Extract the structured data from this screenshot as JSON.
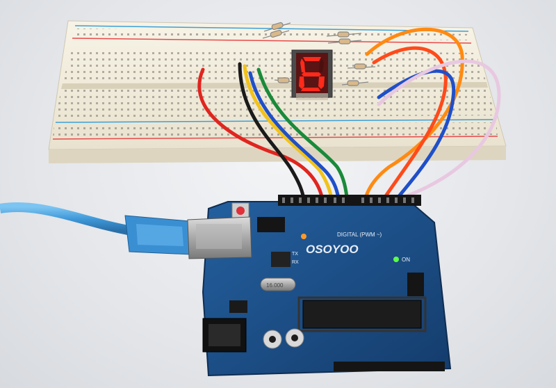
{
  "scene": {
    "subject": "Arduino-compatible board wired to a breadboard with a single-digit seven-segment display",
    "display": {
      "digit": "6",
      "segments_on": [
        "a",
        "c",
        "d",
        "e",
        "f",
        "g"
      ],
      "color": "#ff2a1a"
    },
    "board": {
      "brand": "OSOYOO",
      "digital_label": "DIGITAL (PWM ~)",
      "on_label": "ON",
      "tx_label": "TX",
      "rx_label": "RX",
      "crystal_label": "16.000",
      "pcb_color": "#1d4f8a"
    },
    "wire_colors": [
      "#e0251f",
      "#1a1a1a",
      "#f2c21a",
      "#1a8a3a",
      "#1f4fc9",
      "#ff8a12",
      "#ff4a1a",
      "#1f4fc9",
      "#e8c8e0"
    ],
    "cable_color": "#4fa6e6",
    "breadboard_color": "#f3eee0"
  }
}
